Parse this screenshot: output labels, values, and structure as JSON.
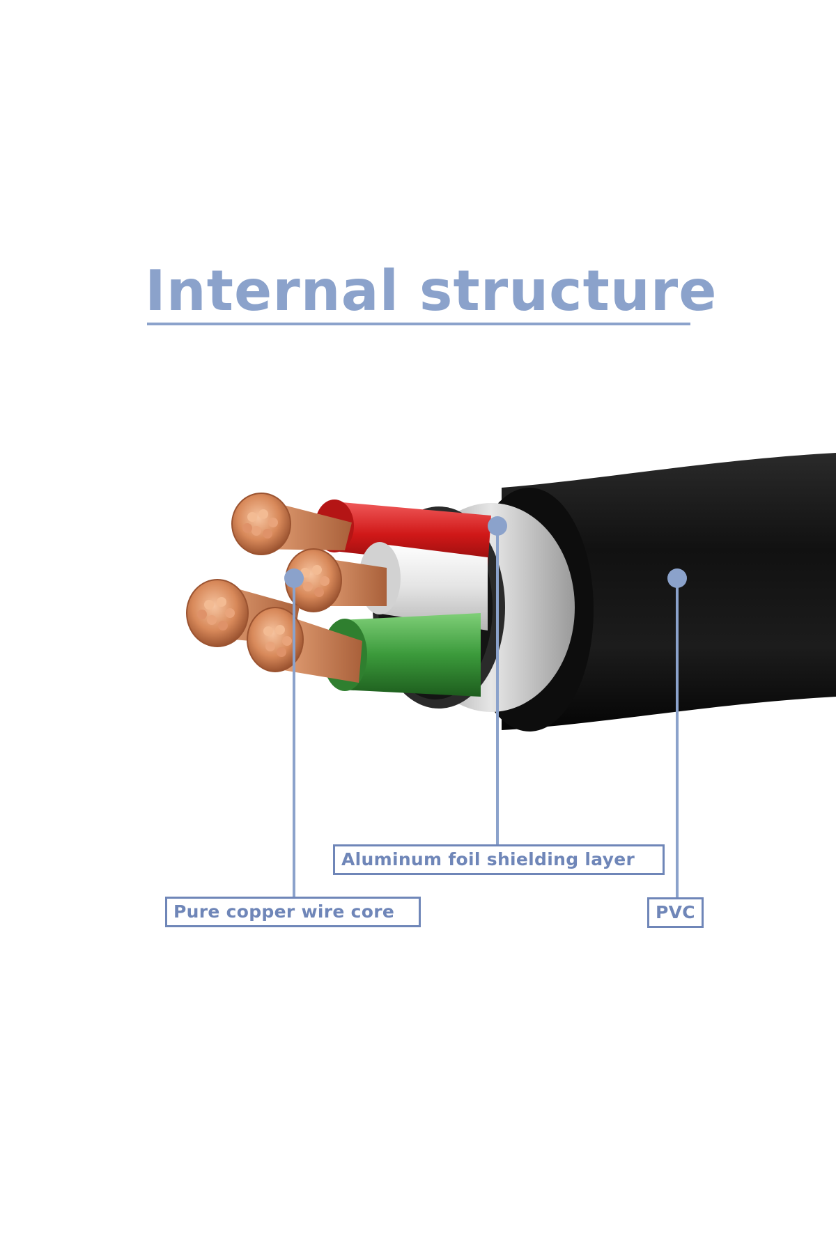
{
  "title": "Internal structure",
  "labels": {
    "foil": "Aluminum foil shielding layer",
    "copper": "Pure copper wire core",
    "pvc": "PVC"
  },
  "colors": {
    "accent": "#8ba2cb",
    "label_border": "#6f86b8",
    "jacket": "#151515",
    "foil": "#b8b8b8",
    "wire_red": "#d81e1e",
    "wire_white": "#e9e9e9",
    "wire_green": "#3e9a3e",
    "copper": "#d88e62"
  }
}
